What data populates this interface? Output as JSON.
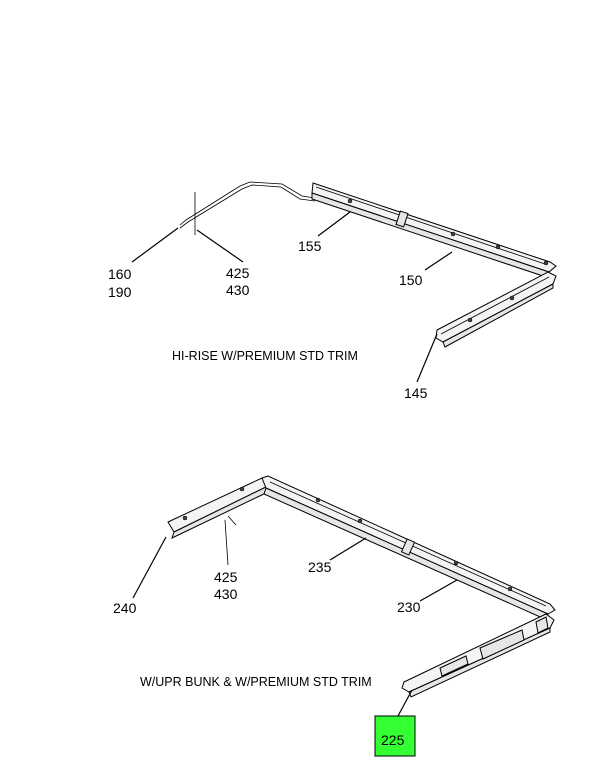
{
  "top_assembly": {
    "caption": "HI-RISE W/PREMIUM STD TRIM",
    "callouts": {
      "c160": "160",
      "c190": "190",
      "c425": "425",
      "c430": "430",
      "c155": "155",
      "c150": "150",
      "c145": "145"
    }
  },
  "bottom_assembly": {
    "caption": "W/UPR BUNK & W/PREMIUM STD TRIM",
    "callouts": {
      "c240": "240",
      "c425": "425",
      "c430": "430",
      "c235": "235",
      "c230": "230",
      "c225": "225"
    }
  },
  "colors": {
    "highlight": "#33ff33",
    "line": "#000000",
    "background": "#ffffff"
  }
}
